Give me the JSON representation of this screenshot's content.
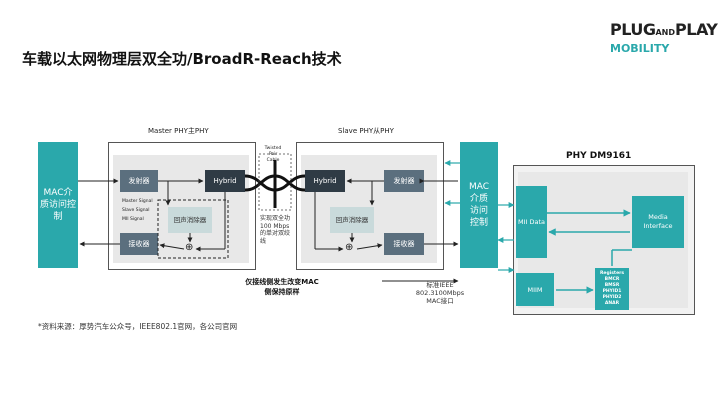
{
  "header": {
    "title": "车载以太网物理层双全功/BroadR-Reach技术",
    "logo_line1": "PLUG",
    "logo_line1_small": "AND",
    "logo_line1_end": "PLAY",
    "logo_line2": "MOBILITY"
  },
  "diagram": {
    "mac_left": "MAC介质访问控制",
    "master_label": "Master PHY主PHY",
    "slave_label": "Slave PHY从PHY",
    "master": {
      "transmitter": "发射器",
      "hybrid": "Hybrid",
      "echo_canceller": "回声消除器",
      "receiver": "接收器",
      "signal1": "Master Signal",
      "signal2": "Slave Signal",
      "signal3": "MII Signal"
    },
    "slave": {
      "hybrid": "Hybrid",
      "transmitter": "发射器",
      "echo_canceller": "回声消除器",
      "receiver": "接收器"
    },
    "cable_label": "Twisted Pair Cable",
    "duplex_note": "实现双全功100 Mbps的单对双绞线",
    "center_note": "仅接线侧发生改变MAC侧保持原样",
    "mac_right": "MAC介质访问控制",
    "interface_note": "标准IEEE 802.3100Mbps MAC接口",
    "phy_title": "PHY DM9161",
    "phy": {
      "mii_data": "MII Data",
      "media_interface": "Media Interface",
      "miim": "MIIM",
      "registers": "Registers BMCR BMSR PHYID1 PHYID2 ANAR"
    },
    "symbols": {
      "sum": "⊕"
    }
  },
  "footer": {
    "source": "*资料来源：厚势汽车公众号，IEEE802.1官网，各公司官网"
  },
  "colors": {
    "teal": "#2aa8ab",
    "dark": "#2f3b45",
    "mid": "#5b6f7e"
  }
}
